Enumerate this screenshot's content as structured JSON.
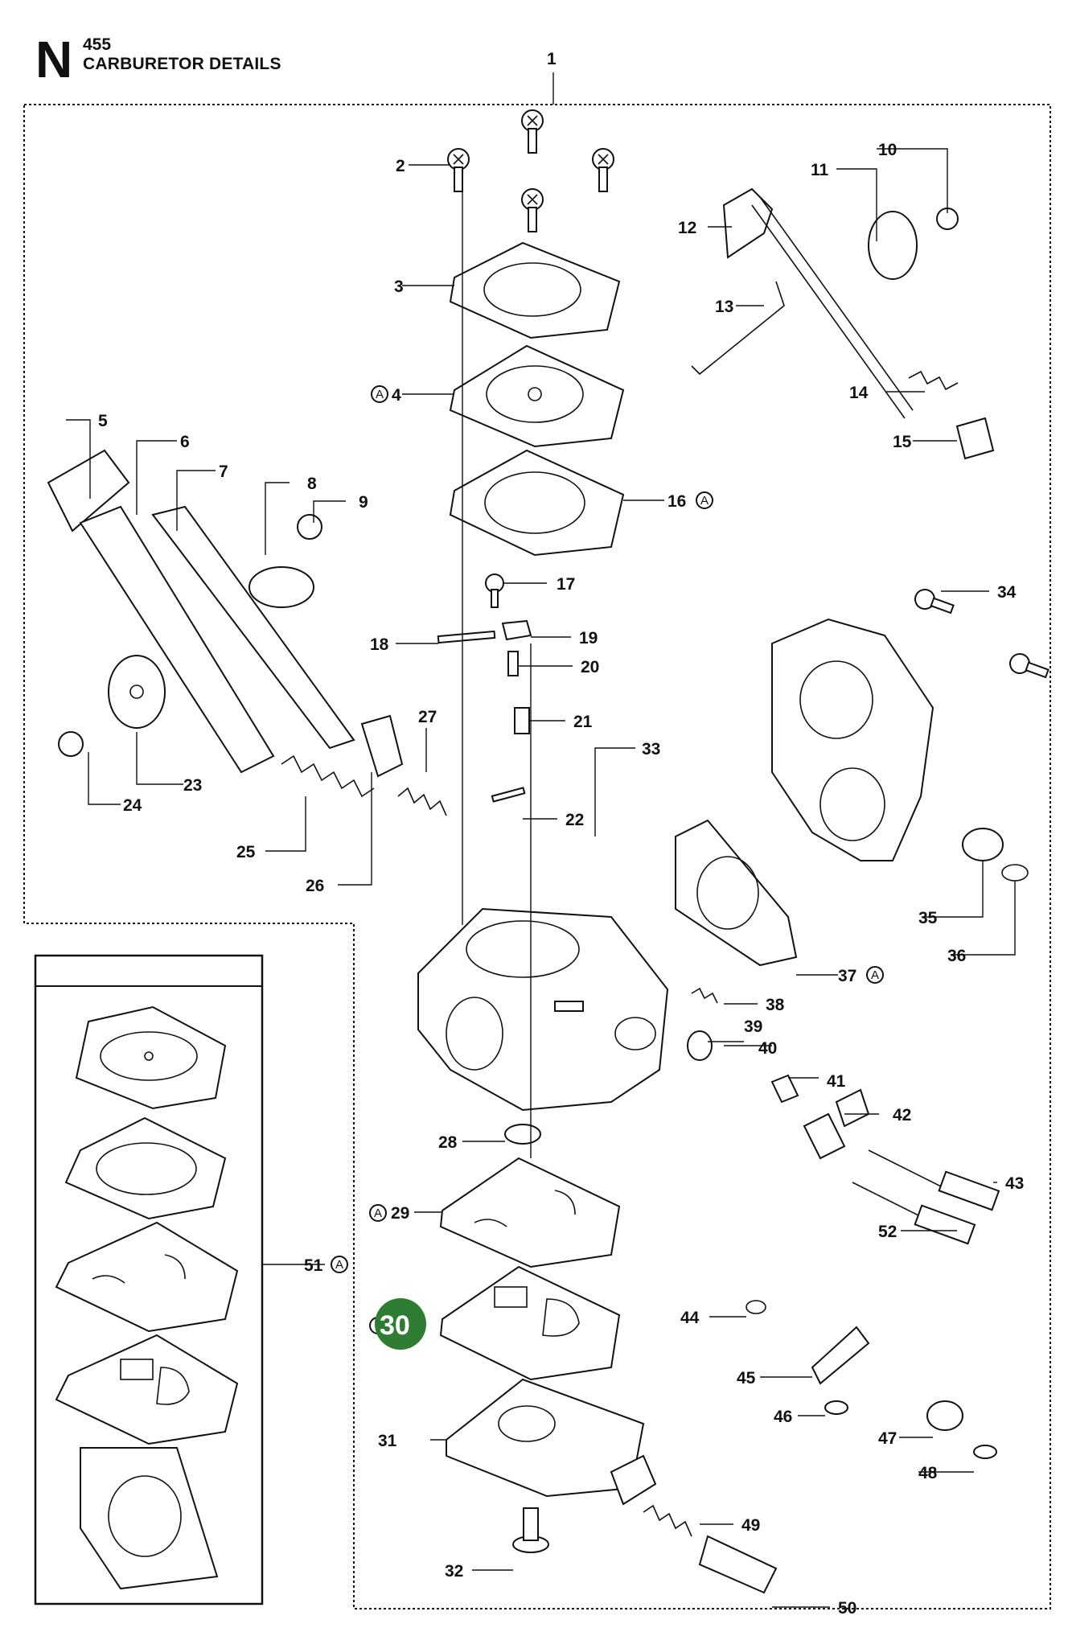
{
  "header": {
    "section_letter": "N",
    "model": "455",
    "title": "CARBURETOR DETAILS"
  },
  "kit_marker": "A",
  "highlight": {
    "label": "30",
    "color": "#2e7d32"
  },
  "callouts": {
    "c1": "1",
    "c2": "2",
    "c3": "3",
    "c4": "4",
    "c5": "5",
    "c6": "6",
    "c7": "7",
    "c8": "8",
    "c9": "9",
    "c10": "10",
    "c11": "11",
    "c12": "12",
    "c13": "13",
    "c14": "14",
    "c15": "15",
    "c16": "16",
    "c17": "17",
    "c18": "18",
    "c19": "19",
    "c20": "20",
    "c21": "21",
    "c22": "22",
    "c23": "23",
    "c24": "24",
    "c25": "25",
    "c26": "26",
    "c27": "27",
    "c28": "28",
    "c29": "29",
    "c31": "31",
    "c32": "32",
    "c33": "33",
    "c34": "34",
    "c35": "35",
    "c36": "36",
    "c37": "37",
    "c38": "38",
    "c39": "39",
    "c40": "40",
    "c41": "41",
    "c42": "42",
    "c43": "43",
    "c44": "44",
    "c45": "45",
    "c46": "46",
    "c47": "47",
    "c48": "48",
    "c49": "49",
    "c50": "50",
    "c51": "51",
    "c52": "52"
  }
}
